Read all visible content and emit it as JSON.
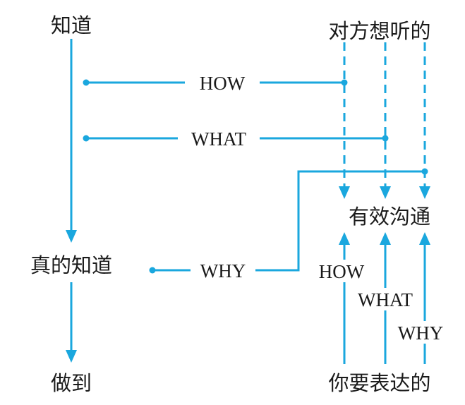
{
  "labels": {
    "know": "知道",
    "truly_know": "真的知道",
    "do_it": "做到",
    "what_they_want": "对方想听的",
    "effective_comm": "有效沟通",
    "what_you_express": "你要表达的",
    "how_top": "HOW",
    "what_top": "WHAT",
    "why_mid": "WHY",
    "how_bottom": "HOW",
    "what_bottom": "WHAT",
    "why_bottom": "WHY"
  },
  "colors": {
    "line": "#1aa7de",
    "text": "#1a1a1a",
    "background": "#ffffff"
  }
}
